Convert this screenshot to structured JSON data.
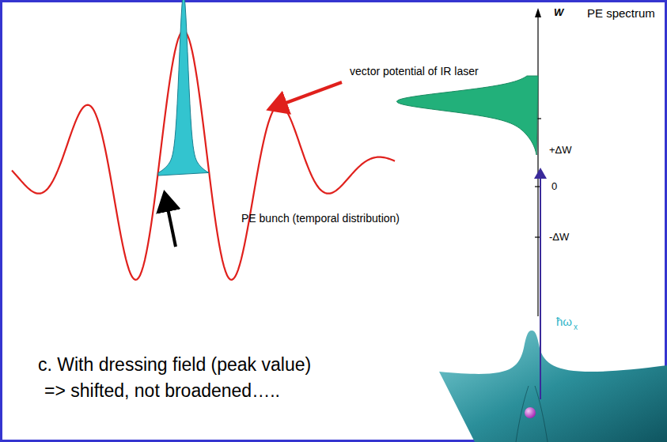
{
  "diagram": {
    "labels": [
      "vector potential of IR laser",
      "PE bunch (temporal distribution)",
      "W",
      "PE spectrum",
      "+ΔW",
      "0",
      "-ΔW",
      "ħω",
      "x",
      "c. With dressing field (peak value)",
      "=> shifted, not broadened….."
    ]
  }
}
